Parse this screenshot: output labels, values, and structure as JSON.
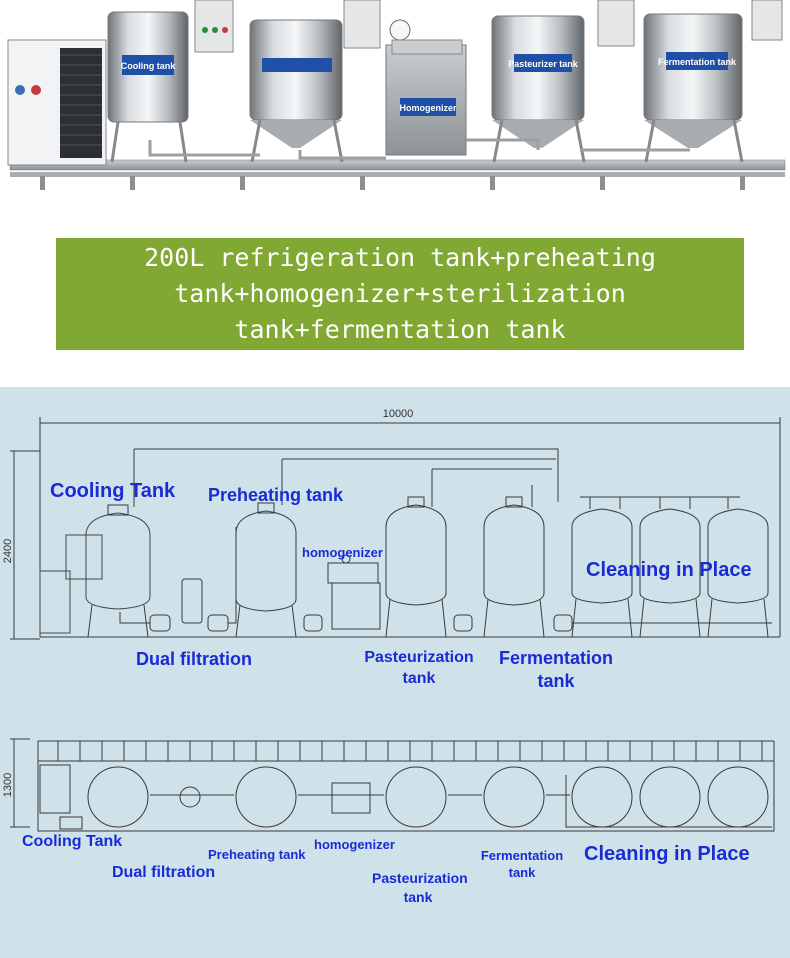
{
  "photo": {
    "equipment_labels": [
      "Cooling tank",
      "Homogenizer",
      "Pasteurizer tank",
      "Fermentation tank"
    ]
  },
  "banner": {
    "lines": [
      "200L refrigeration tank+preheating",
      "tank+homogenizer+sterilization",
      "tank+fermentation tank"
    ],
    "color": "#80a832"
  },
  "elevation": {
    "width_dim": "10000",
    "height_dim": "2400",
    "labels": {
      "cooling_tank": "Cooling Tank",
      "preheating_tank": "Preheating tank",
      "homogenizer": "homogenizer",
      "cleaning_in_place": "Cleaning in Place",
      "dual_filtration": "Dual filtration",
      "pasteurization_tank": "Pasteurization tank",
      "fermentation_tank": "Fermentation tank"
    }
  },
  "plan": {
    "height_dim": "1300",
    "labels": {
      "cooling_tank": "Cooling Tank",
      "dual_filtration": "Dual filtration",
      "preheating_tank": "Preheating tank",
      "homogenizer": "homogenizer",
      "pasteurization_tank": "Pasteurization tank",
      "fermentation_tank": "Fermentation tank",
      "cleaning_in_place": "Cleaning in Place"
    }
  },
  "colors": {
    "label_blue": "#1a2bd6",
    "diagram_bg": "#cfe2ea",
    "line": "#3a3a3a"
  }
}
